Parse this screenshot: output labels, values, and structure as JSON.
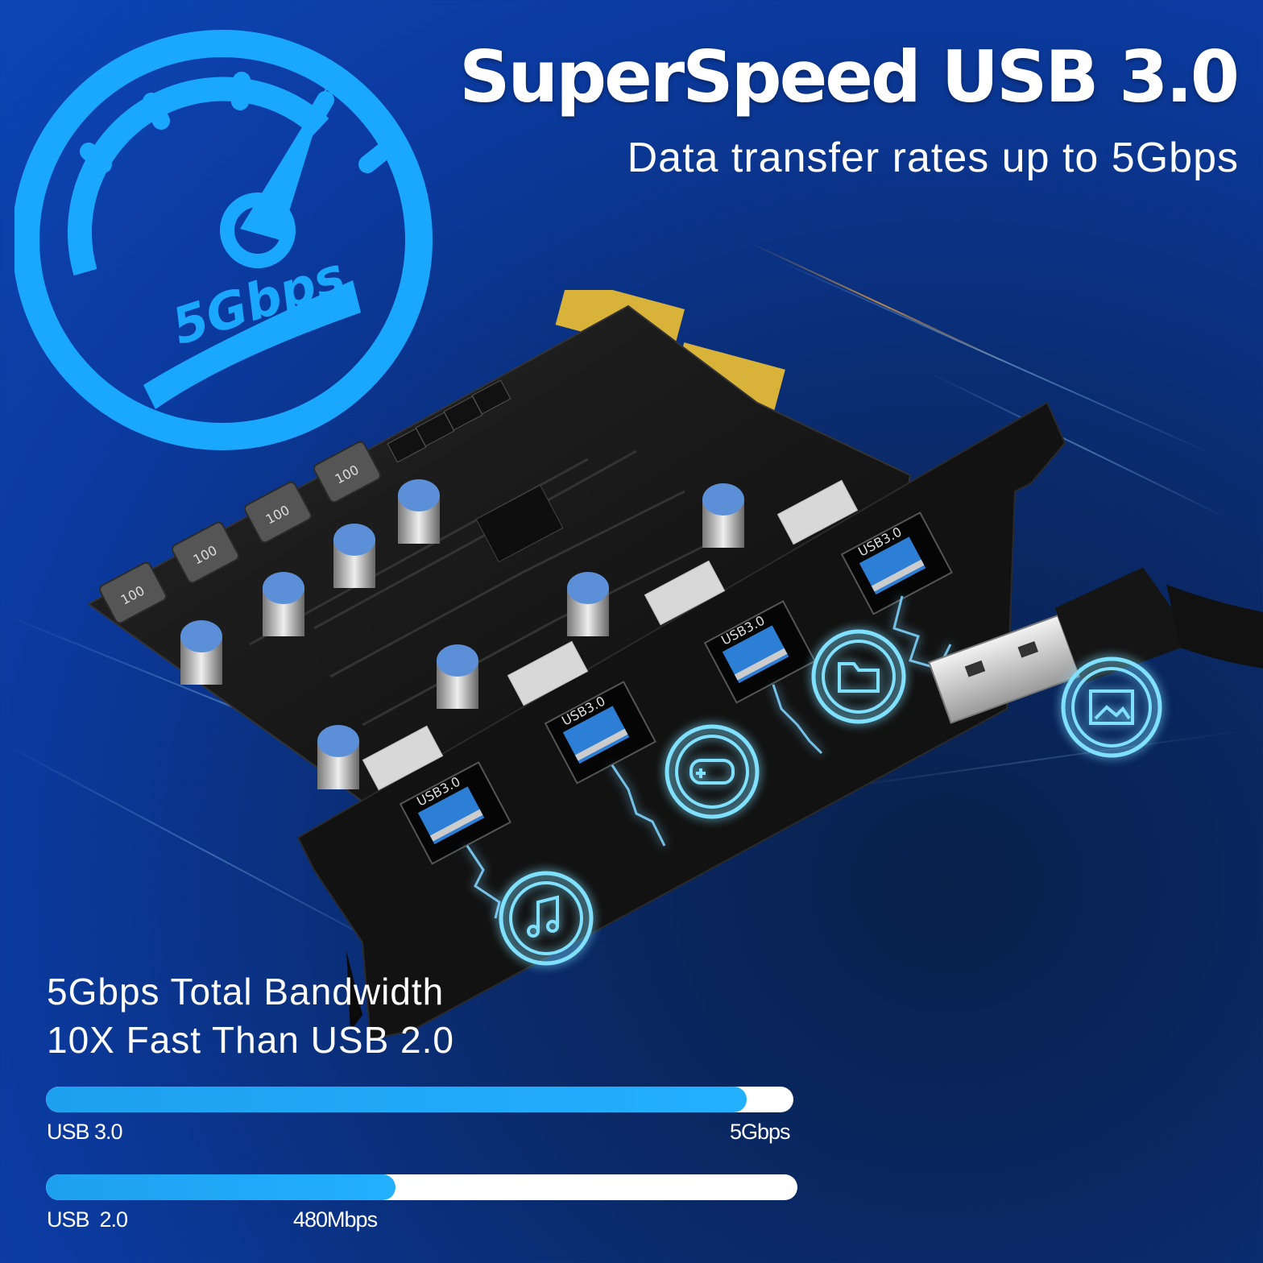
{
  "headline": "SuperSpeed USB 3.0",
  "subline": "Data transfer rates up to 5Gbps",
  "gauge": {
    "label": "5Gbps",
    "color": "#1aa8ff"
  },
  "bandwidth": {
    "line1": "5Gbps Total Bandwidth",
    "line2": "10X Fast Than USB 2.0"
  },
  "bars": [
    {
      "name": "USB 3.0",
      "value_label": "5Gbps",
      "fill_fraction": 0.937
    },
    {
      "name": "USB  2.0",
      "value_label": "480Mbps",
      "fill_fraction": 0.465
    }
  ],
  "card": {
    "port_label": "USB3.0",
    "port_count": 4,
    "component_label": "100",
    "icons": [
      "music-icon",
      "gamepad-icon",
      "folder-icon",
      "image-icon"
    ]
  },
  "colors": {
    "accent": "#1aa8ff",
    "background": "#0b3a9e",
    "pcb": "#161616",
    "port_blue": "#2d7fd6"
  }
}
